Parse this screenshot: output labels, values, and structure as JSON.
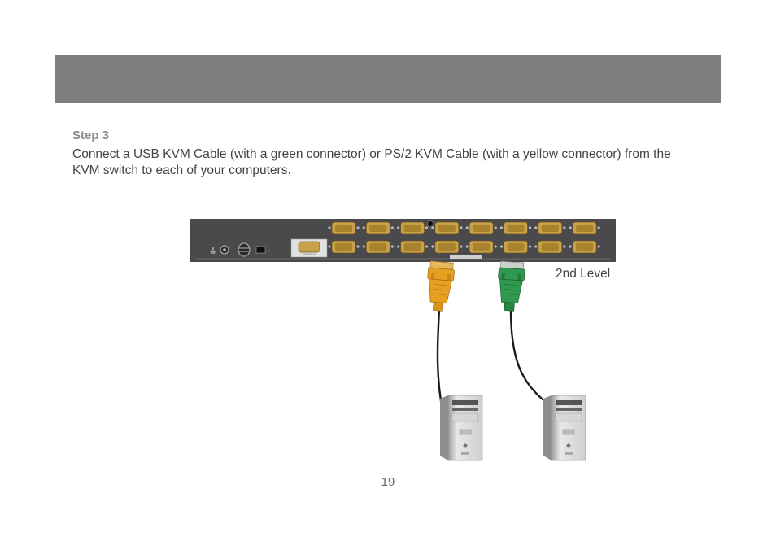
{
  "step": {
    "title": "Step 3",
    "body": "Connect a USB KVM Cable (with a green connector) or PS/2 KVM Cable (with a yellow connector) from the KVM switch to each of your computers."
  },
  "diagram": {
    "level_label": "2nd Level",
    "console_label": "CONSOLE",
    "port_count_per_row": 8,
    "cables": [
      {
        "connector": "PS/2",
        "color": "#e5a021"
      },
      {
        "connector": "USB",
        "color": "#2f9a4f"
      }
    ],
    "computers": 2
  },
  "page_number": "19",
  "colors": {
    "header_bar": "#7d7d80",
    "switch_body": "#4a4a4c",
    "port": "#c8a14a",
    "usb_connector": "#2f9a4f",
    "ps2_connector": "#e5a021"
  },
  "icons": {
    "ground": "ground-icon",
    "power": "power-jack-icon",
    "switch": "power-switch-icon"
  }
}
